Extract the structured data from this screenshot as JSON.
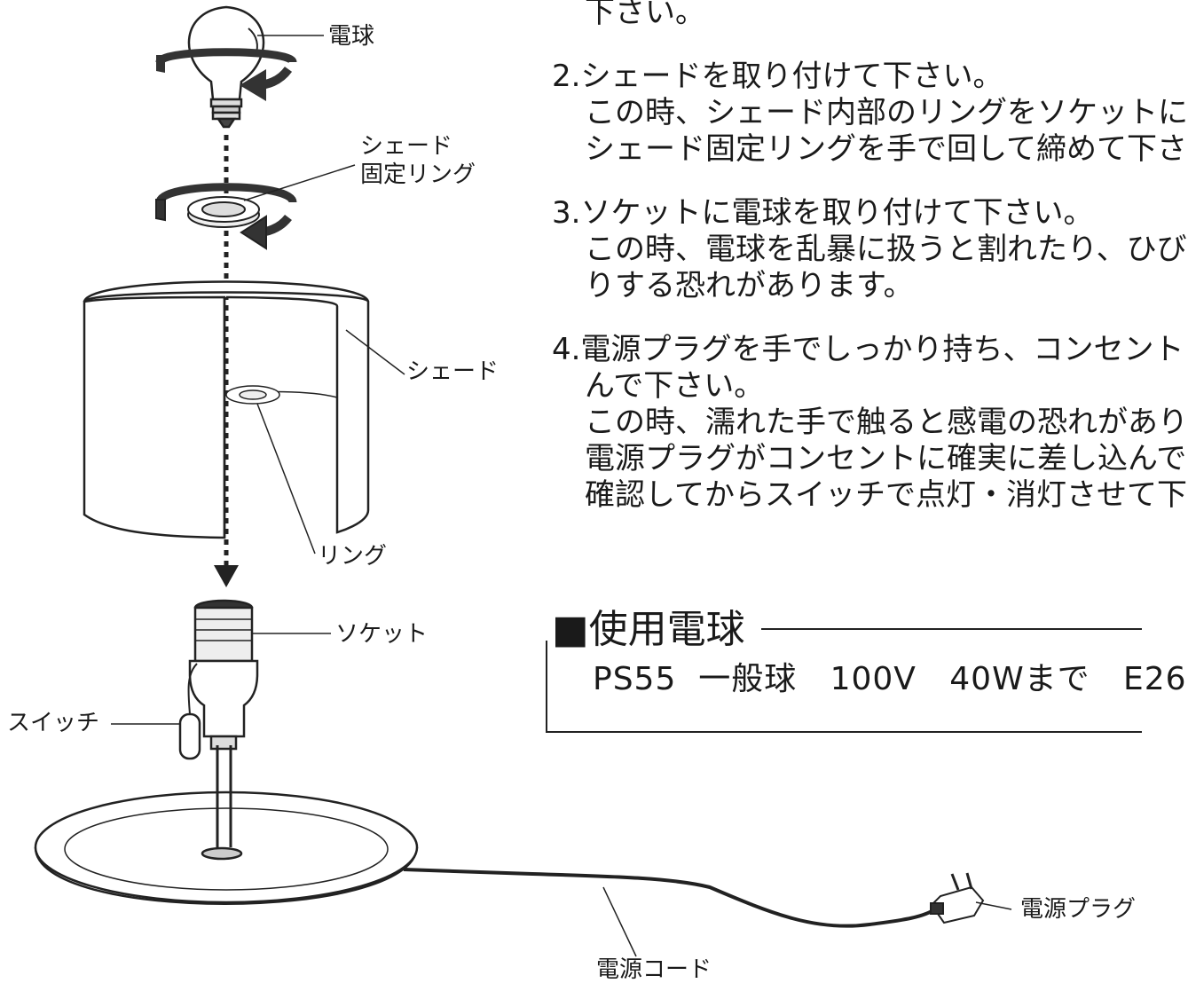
{
  "instructions": {
    "step1_tail": "下さい。",
    "steps": [
      {
        "lines": [
          "2.シェードを取り付けて下さい。",
          "この時、シェード内部のリングをソケットに",
          "シェード固定リングを手で回して締めて下さ"
        ]
      },
      {
        "lines": [
          "3.ソケットに電球を取り付けて下さい。",
          "この時、電球を乱暴に扱うと割れたり、ひび",
          "りする恐れがあります。"
        ]
      },
      {
        "lines": [
          "4.電源プラグを手でしっかり持ち、コンセント",
          "んで下さい。",
          "この時、濡れた手で触ると感電の恐れがあり",
          "電源プラグがコンセントに確実に差し込んで",
          "確認してからスイッチで点灯・消灯させて下"
        ]
      }
    ]
  },
  "bulb_spec": {
    "title": "■使用電球",
    "value": "PS55  一般球   100V   40Wまで   E26"
  },
  "labels": {
    "bulb": "電球",
    "shade_ring_line1": "シェード",
    "shade_ring_line2": "固定リング",
    "shade": "シェード",
    "ring": "リング",
    "socket": "ソケット",
    "switch": "スイッチ",
    "power_plug": "電源プラグ",
    "power_cord": "電源コード"
  }
}
